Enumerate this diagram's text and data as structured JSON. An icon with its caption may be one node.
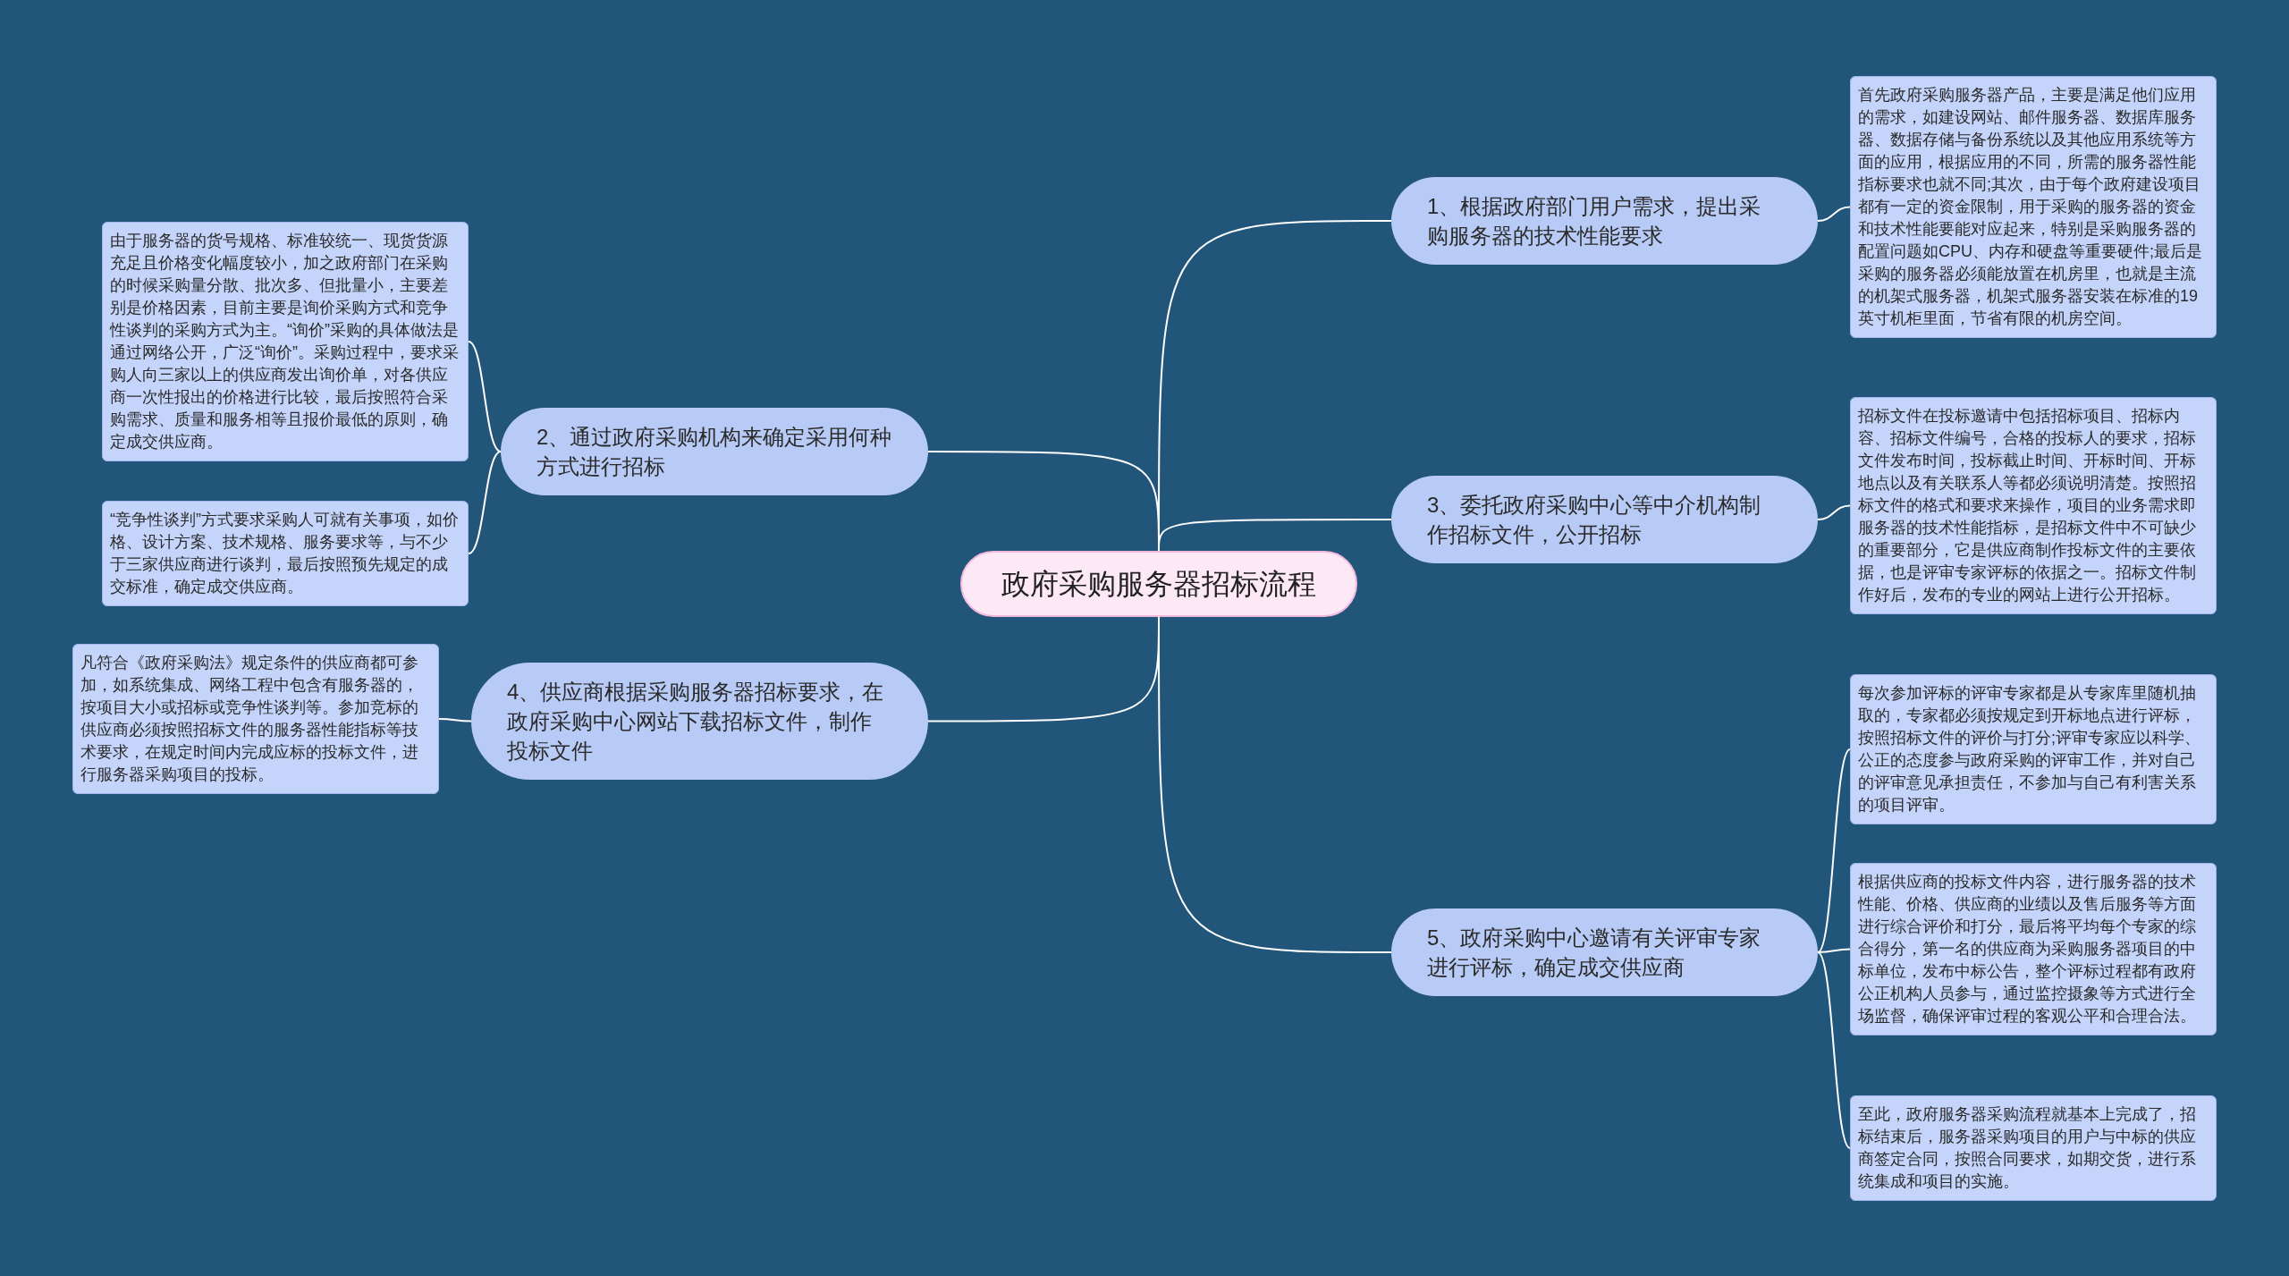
{
  "diagram": {
    "nodes": [
      {
        "text": [
          "政府采购服务器招标流程"
        ]
      },
      {
        "text": [
          "1、根据政府部门用户需求，提出采购服务器的技术性能要求"
        ]
      },
      {
        "text": [
          "首先政府采购服务器产品，主要是满足他们应用的需求，如建设网站、邮件服务器、数据库服务器、数据存储与备份系统以及其他应用系统等方面的应用，根据应用的不同，所需的服务器性能指标要求也就不同;其次，由于每个政府建设项目都有一定的资金限制，用于采购的服务器的资金和技术性能要能对应起来，特别是采购服务器的配置问题如CPU、内存和硬盘等重要硬件;最后是采购的服务器必须能放置在机房里，也就是主流的机架式服务器，机架式服务器安装在标准的19英寸机柜里面，节省有限的机房空间。"
        ]
      },
      {
        "text": [
          "2、通过政府采购机构来确定采用何种方式进行招标"
        ]
      },
      {
        "text": [
          "由于服务器的货号规格、标准较统一、现货货源充足且价格变化幅度较小，加之政府部门在采购的时候采购量分散、批次多、但批量小，主要差别是价格因素，目前主要是询价采购方式和竞争性谈判的采购方式为主。“询价”采购的具体做法是通过网络公开，广泛“询价”。采购过程中，要求采购人向三家以上的供应商发出询价单，对各供应商一次性报出的价格进行比较，最后按照符合采购需求、质量和服务相等且报价最低的原则，确定成交供应商。"
        ]
      },
      {
        "text": [
          "“竞争性谈判”方式要求采购人可就有关事项，如价格、设计方案、技术规格、服务要求等，与不少于三家供应商进行谈判，最后按照预先规定的成交标准，确定成交供应商。"
        ]
      },
      {
        "text": [
          "3、委托政府采购中心等中介机构制作招标文件，公开招标"
        ]
      },
      {
        "text": [
          "招标文件在投标邀请中包括招标项目、招标内容、招标文件编号，合格的投标人的要求，招标文件发布时间，投标截止时间、开标时间、开标地点以及有关联系人等都必须说明清楚。按照招标文件的格式和要求来操作，项目的业务需求即服务器的技术性能指标，是招标文件中不可缺少的重要部分，它是供应商制作投标文件的主要依据，也是评审专家评标的依据之一。招标文件制作好后，发布的专业的网站上进行公开招标。"
        ]
      },
      {
        "text": [
          "4、供应商根据采购服务器招标要求，在政府采购中心网站下载招标文件，制作投标文件"
        ]
      },
      {
        "text": [
          "凡符合《政府采购法》规定条件的供应商都可参加，如系统集成、网络工程中包含有服务器的，按项目大小或招标或竞争性谈判等。参加竞标的供应商必须按照招标文件的服务器性能指标等技术要求，在规定时间内完成应标的投标文件，进行服务器采购项目的投标。"
        ]
      },
      {
        "text": [
          "5、政府采购中心邀请有关评审专家进行评标，确定成交供应商"
        ]
      },
      {
        "text": [
          "每次参加评标的评审专家都是从专家库里随机抽取的，专家都必须按规定到开标地点进行评标，按照招标文件的评价与打分;评审专家应以科学、公正的态度参与政府采购的评审工作，并对自己的评审意见承担责任，不参加与自己有利害关系的项目评审。"
        ]
      },
      {
        "text": [
          "根据供应商的投标文件内容，进行服务器的技术性能、价格、供应商的业绩以及售后服务等方面进行综合评价和打分，最后将平均每个专家的综合得分，第一名的供应商为采购服务器项目的中标单位，发布中标公告，整个评标过程都有政府公正机构人员参与，通过监控摄象等方式进行全场监督，确保评审过程的客观公平和合理合法。"
        ]
      },
      {
        "text": [
          "至此，政府服务器采购流程就基本上完成了，招标结束后，服务器采购项目的用户与中标的供应商签定合同，按照合同要求，如期交货，进行系统集成和项目的实施。"
        ]
      }
    ],
    "edges": [
      {
        "from": 0,
        "to": 1,
        "arrow": "none"
      },
      {
        "from": 1,
        "to": 2,
        "arrow": "none"
      },
      {
        "from": 0,
        "to": 3,
        "arrow": "none"
      },
      {
        "from": 3,
        "to": 4,
        "arrow": "none"
      },
      {
        "from": 3,
        "to": 5,
        "arrow": "none"
      },
      {
        "from": 0,
        "to": 6,
        "arrow": "none"
      },
      {
        "from": 6,
        "to": 7,
        "arrow": "none"
      },
      {
        "from": 0,
        "to": 8,
        "arrow": "none"
      },
      {
        "from": 8,
        "to": 9,
        "arrow": "none"
      },
      {
        "from": 0,
        "to": 10,
        "arrow": "none"
      },
      {
        "from": 10,
        "to": 11,
        "arrow": "none"
      },
      {
        "from": 10,
        "to": 12,
        "arrow": "none"
      },
      {
        "from": 10,
        "to": 13,
        "arrow": "none"
      }
    ]
  }
}
